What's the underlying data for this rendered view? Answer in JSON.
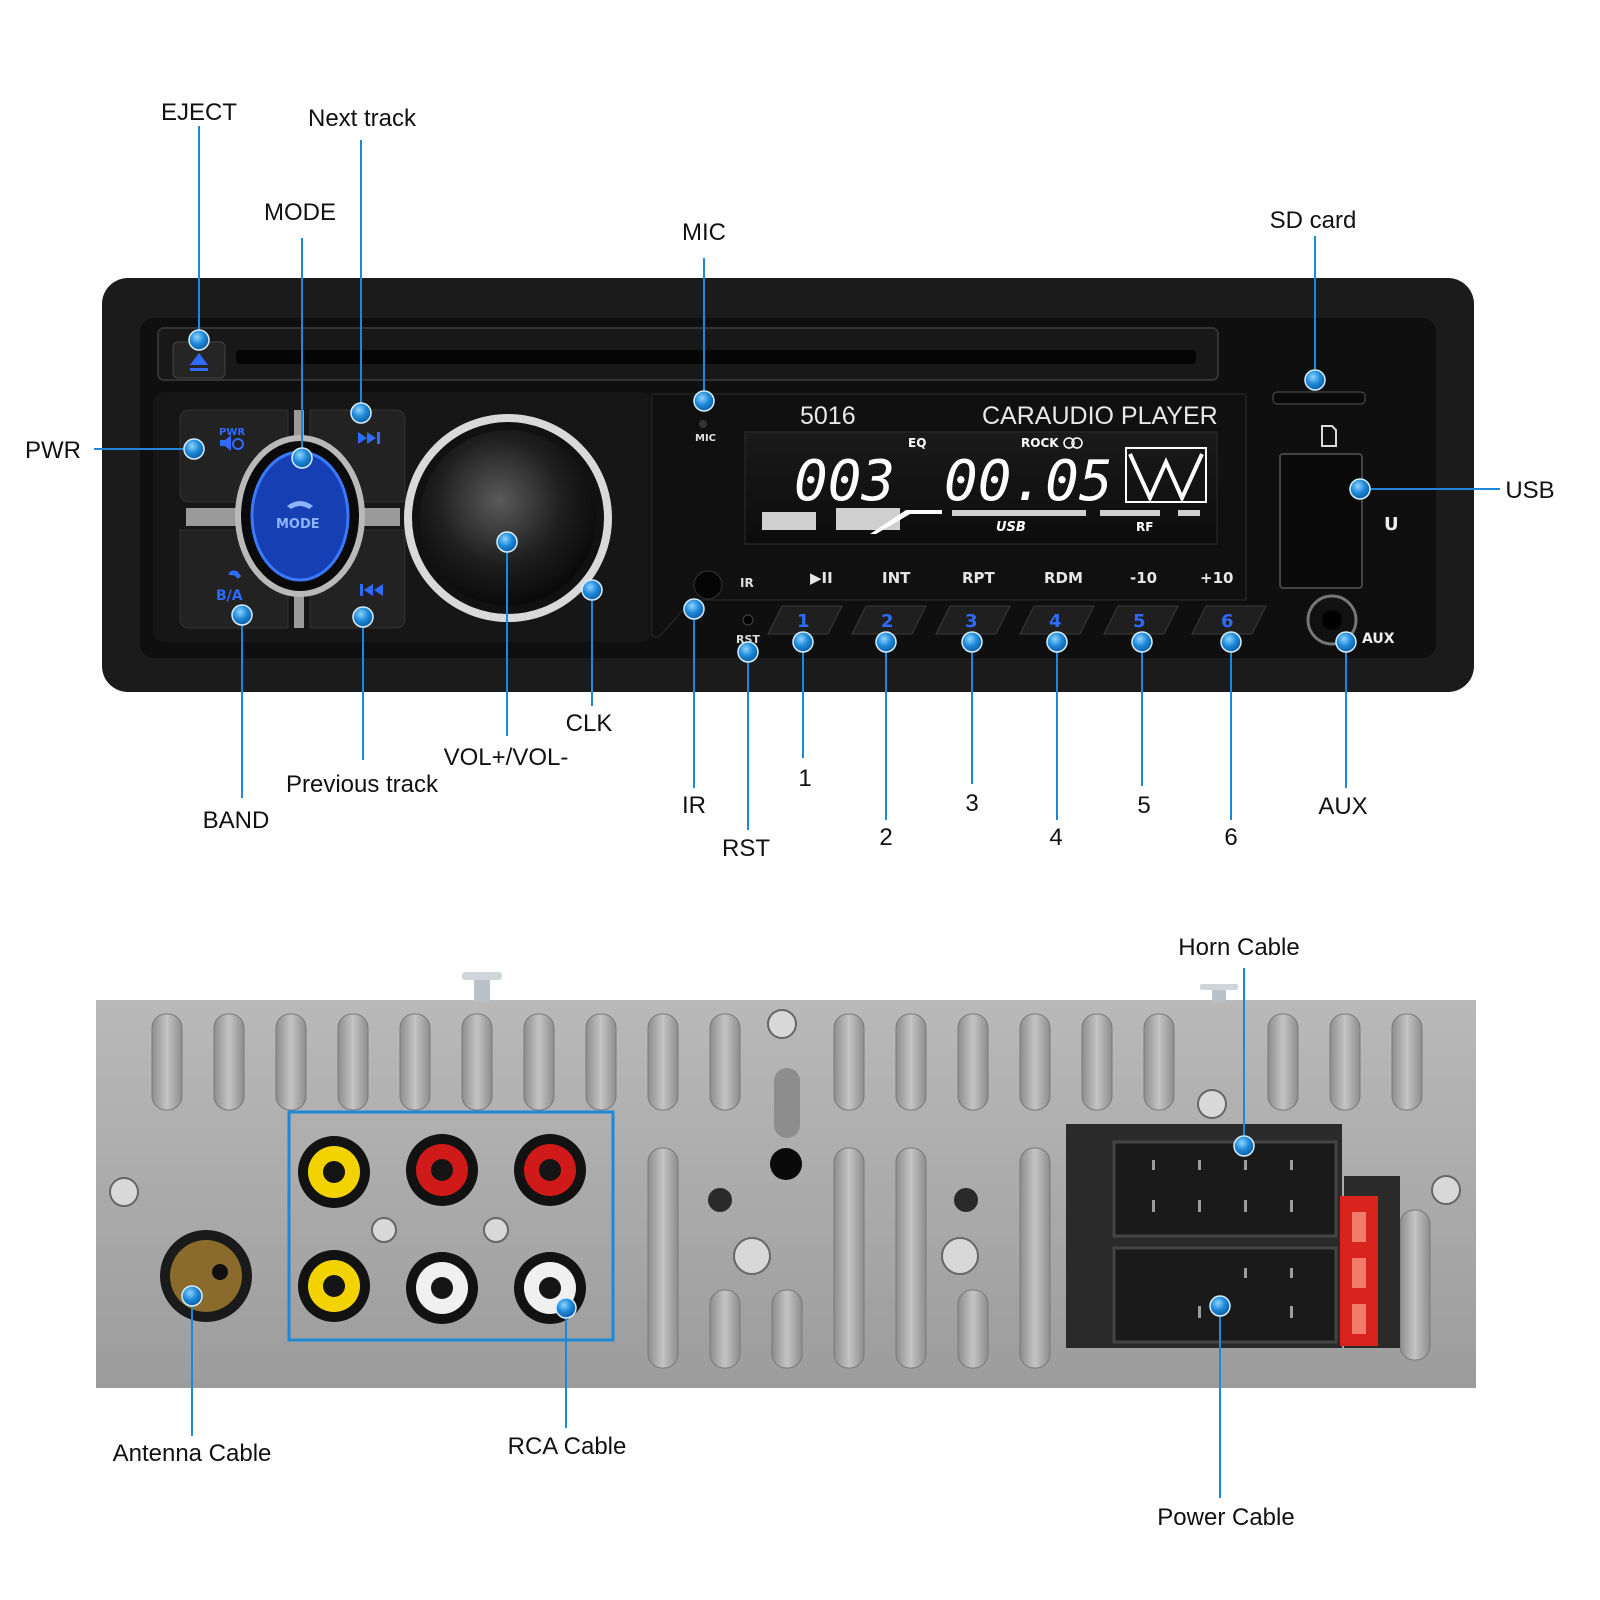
{
  "head_unit": {
    "model_number": "5016",
    "brand_text": "CARAUDIO PLAYER",
    "mic_text": "MIC",
    "ir_text": "IR",
    "rst_text": "RST",
    "aux_text": "AUX",
    "usb_port_text": "U",
    "pwr_text": "PWR",
    "mode_text": "MODE",
    "ba_text": "B/A",
    "lcd": {
      "eq_text": "EQ",
      "rock_text": "ROCK",
      "track": "003",
      "time": "00.05",
      "usb_text": "USB",
      "rf_text": "RF"
    },
    "functions": [
      "▶II",
      "INT",
      "RPT",
      "RDM",
      "-10",
      "+10"
    ],
    "presets": [
      "1",
      "2",
      "3",
      "4",
      "5",
      "6"
    ]
  },
  "callouts": {
    "eject": "EJECT",
    "next_track": "Next track",
    "mode": "MODE",
    "mic": "MIC",
    "sd_card": "SD card",
    "pwr": "PWR",
    "usb": "USB",
    "clk": "CLK",
    "vol": "VOL+/VOL-",
    "previous_track": "Previous track",
    "band": "BAND",
    "ir": "IR",
    "rst": "RST",
    "p1": "1",
    "p2": "2",
    "p3": "3",
    "p4": "4",
    "p5": "5",
    "p6": "6",
    "aux": "AUX",
    "horn_cable": "Horn Cable",
    "antenna_cable": "Antenna Cable",
    "rca_cable": "RCA Cable",
    "power_cable": "Power Cable"
  },
  "colors": {
    "accent": "#1e88d8",
    "button_blue": "#2f6bff",
    "housing": "#1b1b1b",
    "metal": "#a9a9a9",
    "rca_yellow": "#f2d300",
    "rca_red": "#d01a1a",
    "rca_white": "#f0f0f0",
    "fuse_red": "#d8241c"
  }
}
